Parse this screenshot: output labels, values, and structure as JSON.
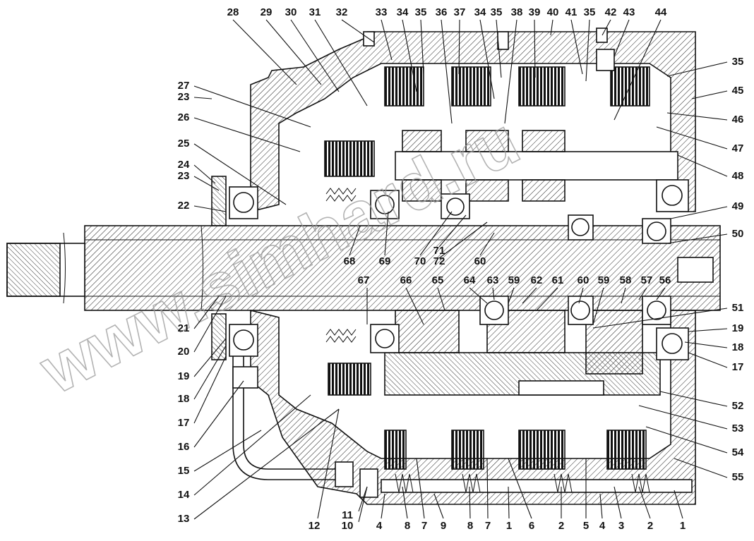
{
  "watermark": "www.simhard.ru",
  "callouts": {
    "top": [
      "28",
      "29",
      "30",
      "31",
      "32",
      "33",
      "34",
      "35",
      "36",
      "37",
      "34",
      "35",
      "38",
      "39",
      "40",
      "41",
      "35",
      "42",
      "43",
      "44"
    ],
    "right": [
      "35",
      "45",
      "46",
      "47",
      "48",
      "49",
      "50",
      "51",
      "19",
      "18",
      "17",
      "52",
      "53",
      "54",
      "55"
    ],
    "bottom": [
      "12",
      "11",
      "10",
      "4",
      "8",
      "7",
      "9",
      "8",
      "7",
      "1",
      "6",
      "2",
      "5",
      "4",
      "3",
      "2",
      "1"
    ],
    "left": [
      "27",
      "23",
      "26",
      "25",
      "24",
      "23",
      "22",
      "21",
      "20",
      "19",
      "18",
      "17",
      "16",
      "15",
      "14",
      "13"
    ],
    "mid_upper": [
      "68",
      "69",
      "70",
      "71",
      "72",
      "60"
    ],
    "mid_lower": [
      "67",
      "66",
      "65",
      "64",
      "63",
      "59",
      "62",
      "61",
      "60",
      "59",
      "58",
      "57",
      "56"
    ]
  },
  "colors": {
    "line": "#111111",
    "hatch": "#222222",
    "watermark": "#9a9a9a"
  }
}
